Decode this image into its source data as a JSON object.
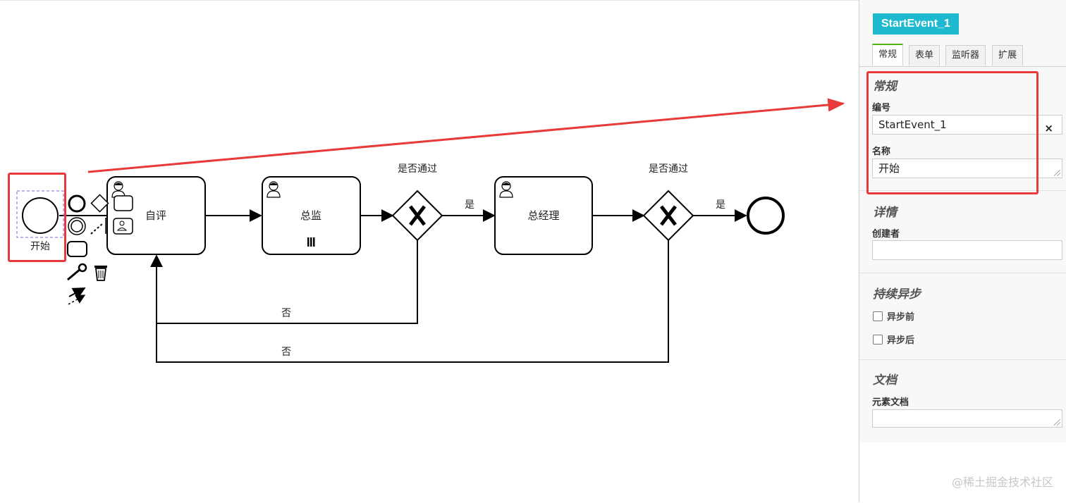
{
  "diagram": {
    "start_label": "开始",
    "tasks": {
      "self_eval": "自评",
      "director": "总监",
      "gm": "总经理"
    },
    "gateway_labels": {
      "first": "是否通过",
      "second": "是否通过"
    },
    "flow_labels": {
      "yes1": "是",
      "yes2": "是",
      "no1": "否",
      "no2": "否"
    }
  },
  "panel": {
    "title": "StartEvent_1",
    "tabs": [
      "常规",
      "表单",
      "监听器",
      "扩展"
    ],
    "general": {
      "title": "常规",
      "id_label": "编号",
      "id_value": "StartEvent_1",
      "clear_label": "×",
      "name_label": "名称",
      "name_value": "开始"
    },
    "details": {
      "title": "详情",
      "creator_label": "创建者",
      "creator_value": ""
    },
    "async": {
      "title": "持续异步",
      "before_label": "异步前",
      "after_label": "异步后"
    },
    "docs": {
      "title": "文档",
      "element_doc_label": "元素文档",
      "element_doc_value": ""
    }
  },
  "watermark": "@稀土掘金技术社区",
  "colors": {
    "accent": "#1fb9cf",
    "highlight": "#e83a3a",
    "tab_active_border": "#52b415"
  }
}
